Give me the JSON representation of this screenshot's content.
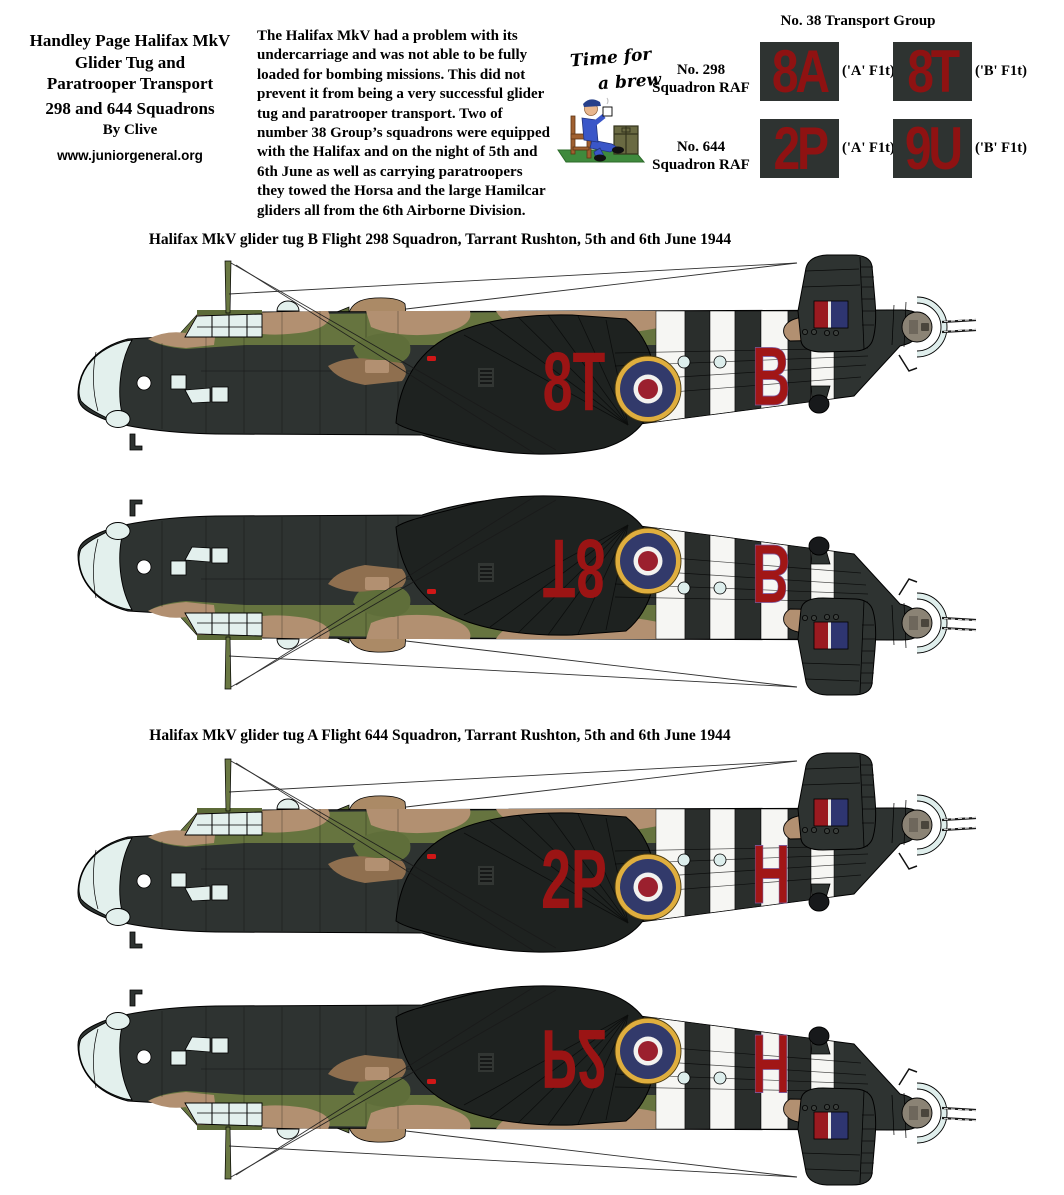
{
  "header": {
    "title_lines": [
      "Handley Page Halifax MkV",
      "Glider Tug and",
      "Paratrooper Transport"
    ],
    "squadrons_line": "298 and 644 Squadrons",
    "byline": "By Clive",
    "website": "www.juniorgeneral.org",
    "description": "The Halifax MkV had a problem with its undercarriage and was not able to be fully loaded for bombing missions. This did not prevent it from being a very successful glider tug and paratrooper transport. Two of number 38 Group’s squadrons were equipped with the Halifax and on the night of 5th and 6th June as well as carrying paratroopers they towed the Horsa and the large Hamilcar gliders all from the 6th Airborne Division.",
    "group_title": "No. 38 Transport Group",
    "brew_caption_line1": "Time for",
    "brew_caption_line2": "a brew",
    "squadrons": [
      {
        "name_line1": "No. 298",
        "name_line2": "Squadron RAF",
        "codes": [
          {
            "code": "8A",
            "flight": "('A' F1t)"
          },
          {
            "code": "8T",
            "flight": "('B' F1t)"
          }
        ]
      },
      {
        "name_line1": "No. 644",
        "name_line2": "Squadron RAF",
        "codes": [
          {
            "code": "2P",
            "flight": "('A' F1t)"
          },
          {
            "code": "9U",
            "flight": "('B' F1t)"
          }
        ]
      }
    ]
  },
  "sections": [
    {
      "caption": "Halifax MkV glider tug B Flight 298 Squadron, Tarrant Rushton, 5th and 6th June 1944"
    },
    {
      "caption": "Halifax MkV glider tug A Flight 644 Squadron, Tarrant Rushton, 5th and 6th June 1944"
    }
  ],
  "aircraft": [
    {
      "code": "8T",
      "letter": "B",
      "flipped": false
    },
    {
      "code": "8T",
      "letter": "B",
      "flipped": true
    },
    {
      "code": "2P",
      "letter": "H",
      "flipped": false
    },
    {
      "code": "2P",
      "letter": "H",
      "flipped": true
    }
  ],
  "colors": {
    "code_red": "#9b1414",
    "box_bg": "#2e3331",
    "camo_green": "#66743f",
    "camo_tan": "#b29071",
    "fuselage_dark": "#2e3331",
    "nacelle_dark": "#1e2220",
    "stripe_white": "#f6f6f3",
    "stripe_black": "#2a2e2c",
    "roundel_yellow": "#dfae3e",
    "roundel_blue": "#323a6b",
    "roundel_red": "#9b202e",
    "flash_red": "#9a1a20",
    "flash_blue": "#2e3570",
    "glazing": "#e3f0ed"
  }
}
